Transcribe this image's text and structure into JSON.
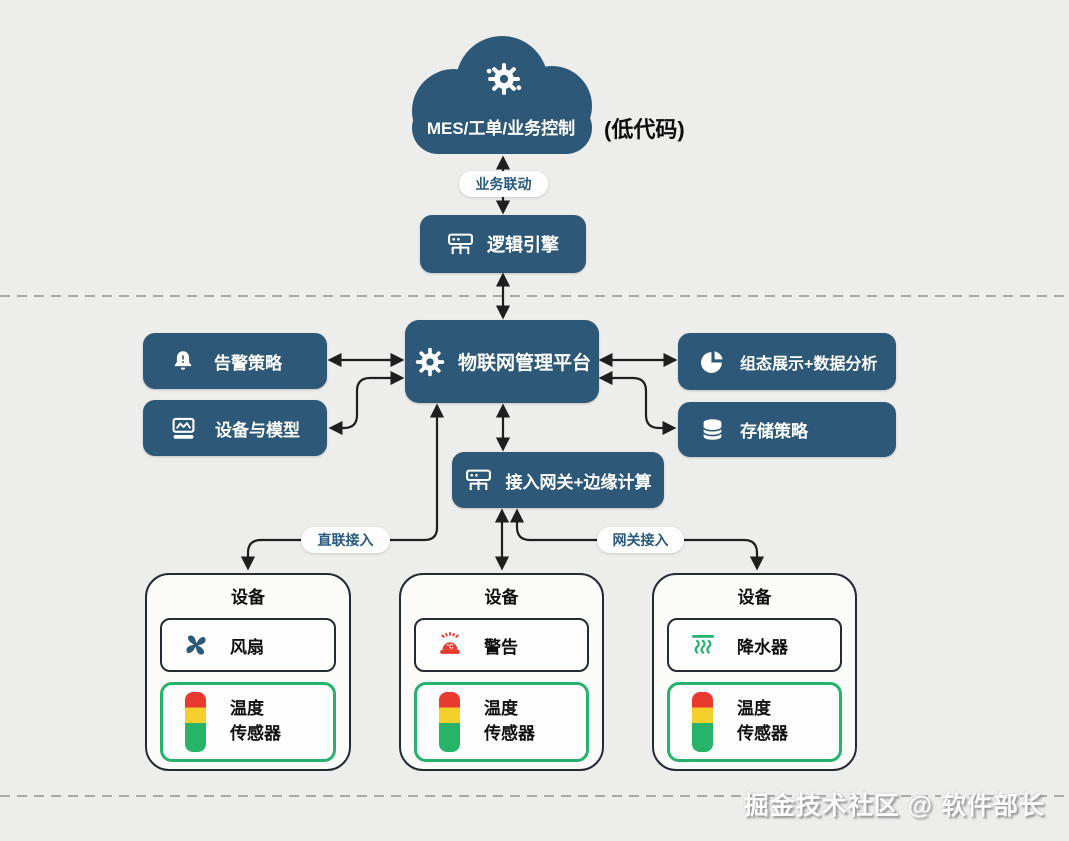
{
  "colors": {
    "background": "#ededec",
    "node_blue": "#2d5878",
    "arrow": "#1f1f1f",
    "sensor_green": "#25b26c",
    "device_border": "#252b33",
    "pill_text": "#2b5a80",
    "traffic_light": [
      "#e83a2e",
      "#f5d02c",
      "#28b468"
    ],
    "dashed_line": "#a9a9a9"
  },
  "cloud": {
    "label": "MES/工单/业务控制",
    "icon": "gear-network-icon"
  },
  "annotations": {
    "low_code": "(低代码)"
  },
  "edge_labels": {
    "business_link": "业务联动",
    "direct_access": "直联接入",
    "gateway_access": "网关接入"
  },
  "nodes": {
    "logic_engine": {
      "label": "逻辑引擎",
      "icon": "hub-icon"
    },
    "platform": {
      "label": "物联网管理平台",
      "icon": "gear-icon"
    },
    "alert_policy": {
      "label": "告警策略",
      "icon": "alert-bell-icon"
    },
    "device_model": {
      "label": "设备与模型",
      "icon": "device-chart-icon"
    },
    "scada_analytics": {
      "label": "组态展示+数据分析",
      "icon": "pie-chart-icon"
    },
    "storage_policy": {
      "label": "存储策略",
      "icon": "database-icon"
    },
    "edge_gateway": {
      "label": "接入网关+边缘计算",
      "icon": "hub-icon"
    }
  },
  "devices": [
    {
      "title": "设备",
      "component": {
        "label": "风扇",
        "icon": "fan-icon"
      },
      "sensor": {
        "line1": "温度",
        "line2": "传感器",
        "icon": "temperature-bar-icon"
      }
    },
    {
      "title": "设备",
      "component": {
        "label": "警告",
        "icon": "siren-icon"
      },
      "sensor": {
        "line1": "温度",
        "line2": "传感器",
        "icon": "temperature-bar-icon"
      }
    },
    {
      "title": "设备",
      "component": {
        "label": "降水器",
        "icon": "sprinkler-icon"
      },
      "sensor": {
        "line1": "温度",
        "line2": "传感器",
        "icon": "temperature-bar-icon"
      }
    }
  ],
  "watermark": "掘金技术社区 @ 软件部长"
}
